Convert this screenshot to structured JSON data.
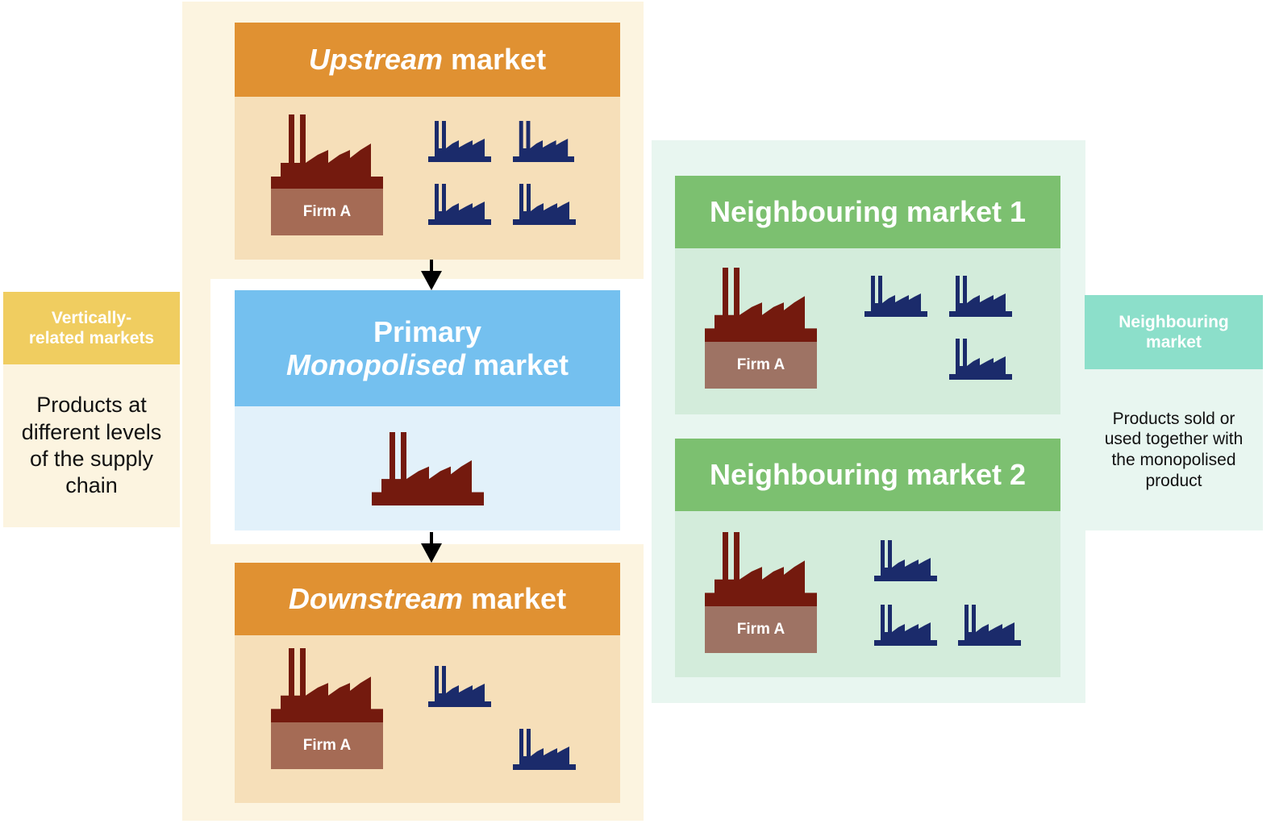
{
  "upstream": {
    "title_italic": "Upstream",
    "title_rest": " market",
    "firm_label": "Firm A"
  },
  "primary": {
    "title_line1": "Primary",
    "title_italic": "Monopolised",
    "title_rest": " market"
  },
  "downstream": {
    "title_italic": "Downstream",
    "title_rest": " market",
    "firm_label": "Firm A"
  },
  "neighbouring1": {
    "title": "Neighbouring market 1",
    "firm_label": "Firm A"
  },
  "neighbouring2": {
    "title": "Neighbouring market 2",
    "firm_label": "Firm A"
  },
  "legend_vertical": {
    "title": "Vertically-\nrelated markets",
    "description": "Products at different levels of the supply chain"
  },
  "legend_neighbouring": {
    "title": "Neighbouring market",
    "description": "Products sold or used together with the monopolised product"
  },
  "colors": {
    "orange_header": "#e09132",
    "orange_body": "#f6dfb9",
    "blue_header": "#74c0ef",
    "blue_body": "#e2f1fa",
    "green_header": "#7cc070",
    "green_body": "#d3ecdb",
    "firm_factory": "#741a0e",
    "competitor_factory": "#1b2b6b",
    "legend_vertical_header": "#f0cd60",
    "legend_neighbouring_header": "#8cdfca"
  }
}
